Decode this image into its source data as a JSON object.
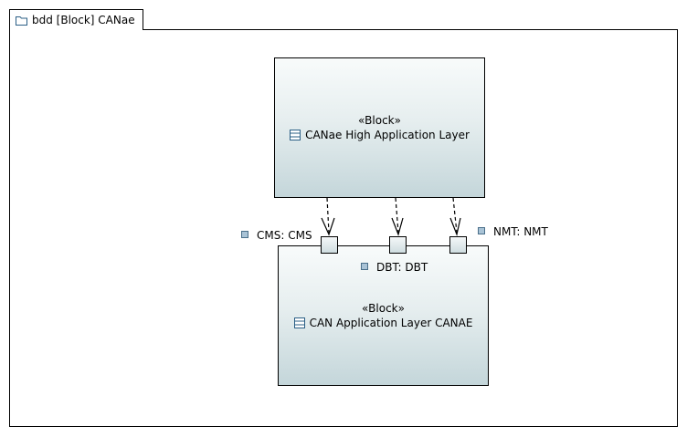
{
  "diagram": {
    "frame_label": "bdd [Block] CANae",
    "blocks": [
      {
        "id": "high",
        "stereotype": "«Block»",
        "name": "CANae High Application Layer"
      },
      {
        "id": "app",
        "stereotype": "«Block»",
        "name": "CAN Application Layer CANAE"
      }
    ],
    "ports": [
      {
        "label": "CMS: CMS"
      },
      {
        "label": "DBT: DBT"
      },
      {
        "label": "NMT: NMT"
      }
    ],
    "dependencies": [
      {
        "from": "CANae High Application Layer",
        "to": "CMS: CMS"
      },
      {
        "from": "CANae High Application Layer",
        "to": "DBT: DBT"
      },
      {
        "from": "CANae High Application Layer",
        "to": "NMT: NMT"
      }
    ]
  }
}
